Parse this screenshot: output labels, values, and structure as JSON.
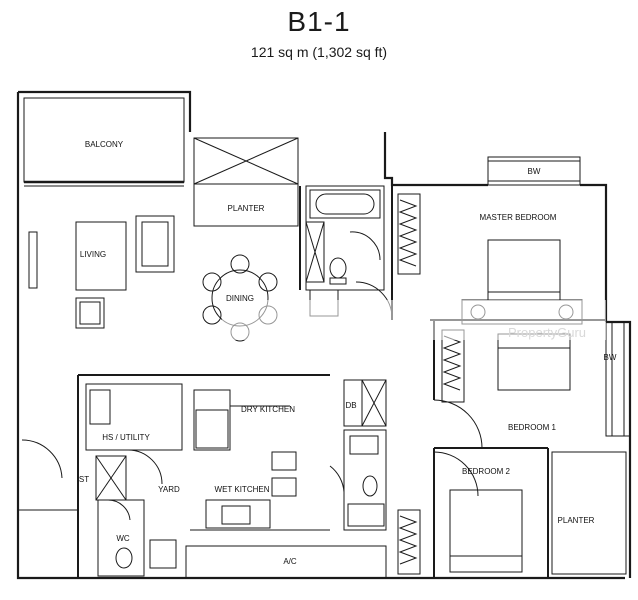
{
  "header": {
    "title": "B1-1",
    "subtitle": "121 sq m (1,302 sq ft)"
  },
  "rooms": {
    "balcony": "BALCONY",
    "planter_top": "PLANTER",
    "living": "LIVING",
    "dining": "DINING",
    "master_bedroom": "MASTER BEDROOM",
    "bw_top": "BW",
    "bw_right": "BW",
    "bedroom1": "BEDROOM 1",
    "bedroom2": "BEDROOM 2",
    "planter_right": "PLANTER",
    "hs_utility": "HS / UTILITY",
    "dry_kitchen": "DRY KITCHEN",
    "db": "DB",
    "wet_kitchen": "WET KITCHEN",
    "yard": "YARD",
    "st": "ST",
    "wc": "WC",
    "ac": "A/C"
  },
  "watermark": "PropertyGuru"
}
